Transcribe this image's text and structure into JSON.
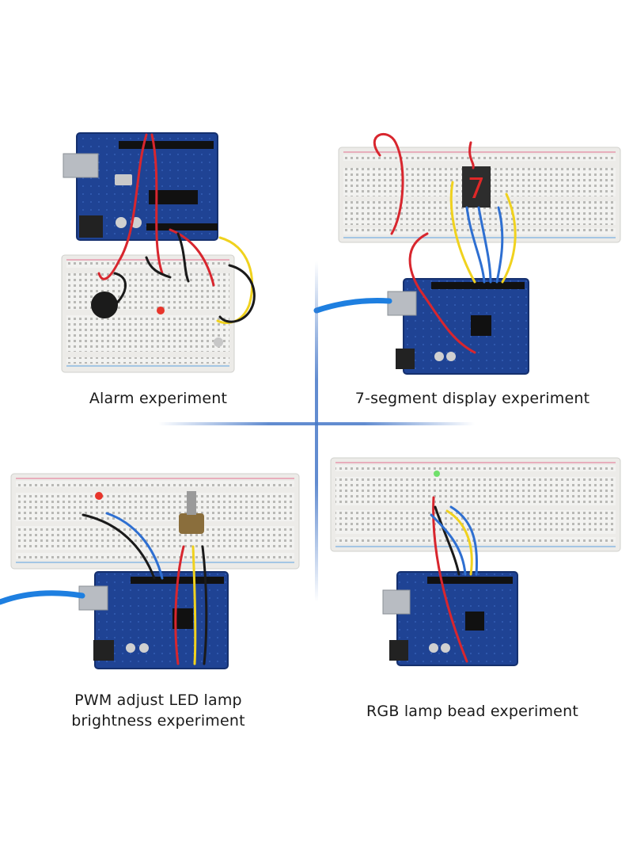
{
  "panels": [
    {
      "caption_lines": [
        "Alarm experiment"
      ]
    },
    {
      "caption_lines": [
        "7-segment display experiment"
      ]
    },
    {
      "caption_lines": [
        "PWM adjust LED lamp",
        "brightness experiment"
      ]
    },
    {
      "caption_lines": [
        "RGB lamp bead experiment"
      ]
    }
  ],
  "colors": {
    "board": "#1d3f8f",
    "breadboard": "#f1f1ef",
    "wire_red": "#d8262e",
    "wire_black": "#1a1a1a",
    "wire_blue": "#2e6fd1",
    "wire_yellow": "#f0d21e",
    "usb_cable": "#1e7fe0",
    "divider": "#4a7bc8"
  }
}
